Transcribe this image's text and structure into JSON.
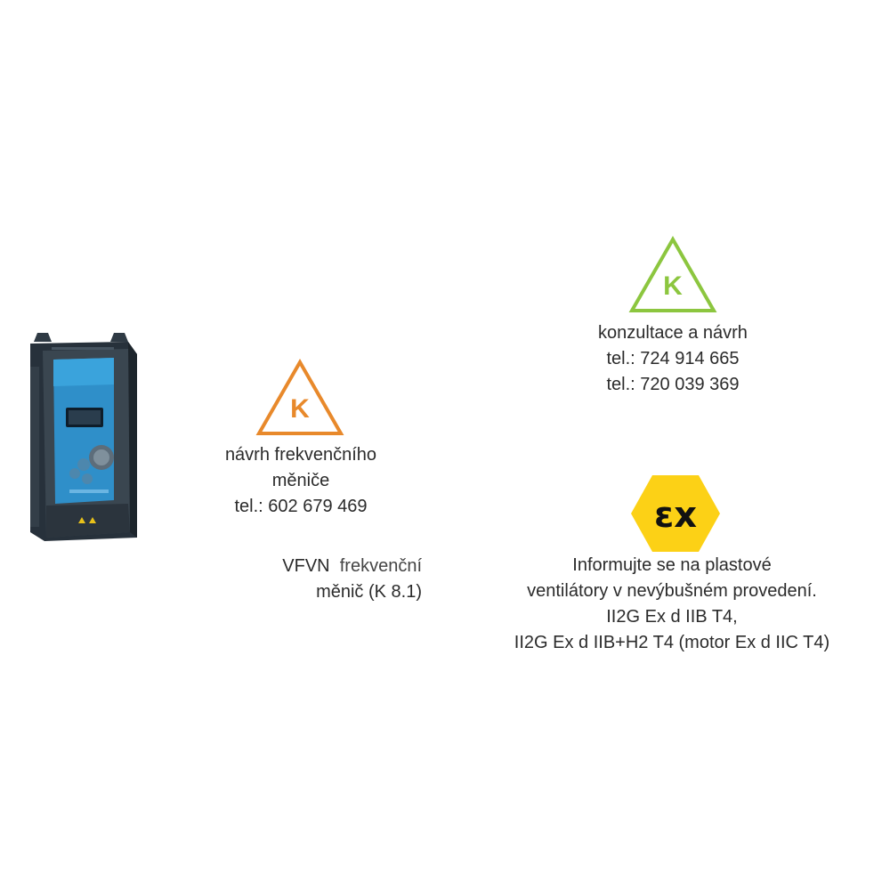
{
  "product": {
    "image_icon": "frequency-inverter-device-icon",
    "caption_prefix": "VFVN",
    "caption_rest": "frekvenční",
    "caption_line2": "měnič (K 8.1)"
  },
  "design_service": {
    "sign_letter": "K",
    "sign_color": "#e8892b",
    "lines": [
      "návrh frekvenčního",
      "měniče",
      "tel.: 602 679 469"
    ]
  },
  "consultation": {
    "sign_letter": "K",
    "sign_color": "#8cc63f",
    "lines": [
      "konzultace a návrh",
      "tel.: 724 914 665",
      "tel.: 720 039 369"
    ]
  },
  "atex": {
    "sign_text": "εx",
    "sign_color": "#fcd116",
    "lines": [
      "Informujte se na plastové",
      "ventilátory v nevýbušném provedení.",
      "II2G Ex d IIB T4,",
      "II2G Ex d IIB+H2 T4 (motor Ex d IIC T4)"
    ]
  }
}
